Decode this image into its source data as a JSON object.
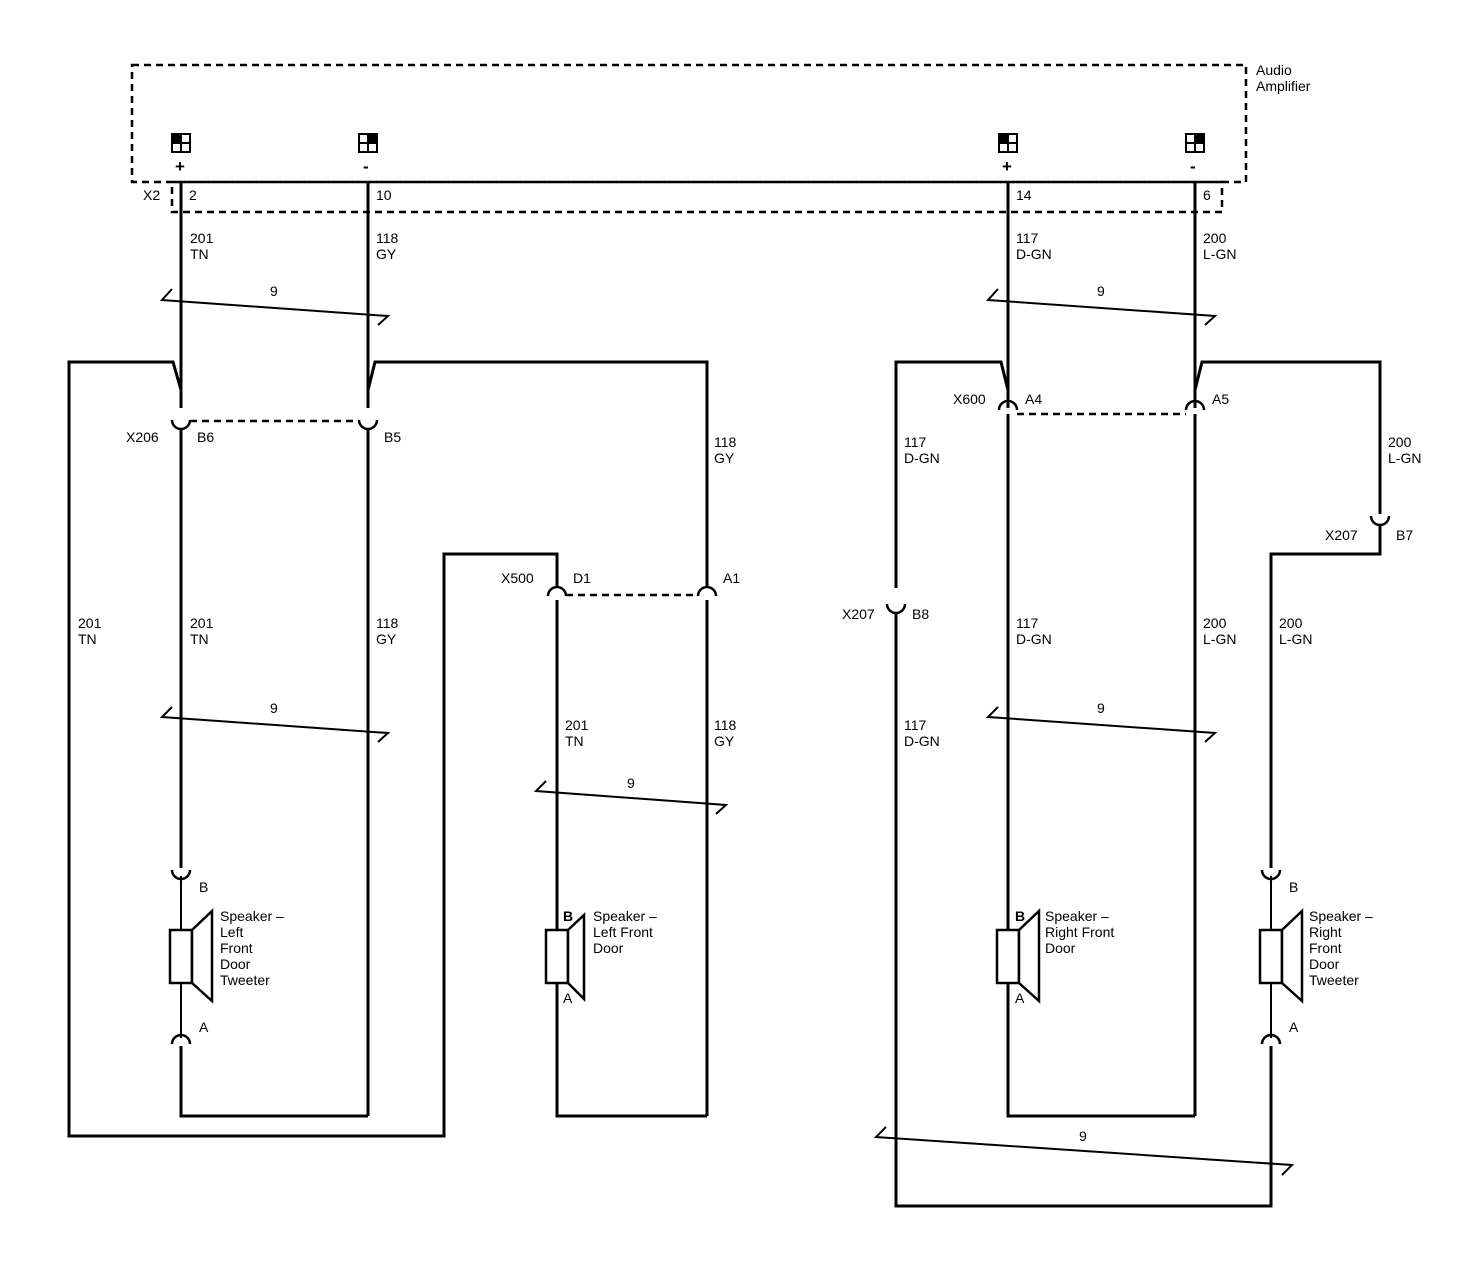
{
  "amplifier": {
    "name_line1": "Audio",
    "name_line2": "Amplifier",
    "connector": "X2",
    "pins": [
      {
        "num": "2",
        "sign": "+"
      },
      {
        "num": "10",
        "sign": "-"
      },
      {
        "num": "14",
        "sign": "+"
      },
      {
        "num": "6",
        "sign": "-"
      }
    ]
  },
  "wires": {
    "tn": {
      "circuit": "201",
      "color": "TN"
    },
    "gy": {
      "circuit": "118",
      "color": "GY"
    },
    "dgn": {
      "circuit": "117",
      "color": "D-GN"
    },
    "lgn": {
      "circuit": "200",
      "color": "L-GN"
    }
  },
  "twist_label": "9",
  "connectors": {
    "x206": {
      "name": "X206",
      "pin_a": "B6",
      "pin_b": "B5"
    },
    "x500": {
      "name": "X500",
      "pin_a": "D1",
      "pin_b": "A1"
    },
    "x600": {
      "name": "X600",
      "pin_a": "A4",
      "pin_b": "A5"
    },
    "x207_left": {
      "name": "X207",
      "pin": "B8"
    },
    "x207_right": {
      "name": "X207",
      "pin": "B7"
    }
  },
  "speakers": {
    "lf_tweeter": {
      "lines": [
        "Speaker –",
        "Left",
        "Front",
        "Door",
        "Tweeter"
      ],
      "pin_top": "B",
      "pin_bottom": "A"
    },
    "lf_door": {
      "lines": [
        "Speaker –",
        "Left Front",
        "Door"
      ],
      "pin_top": "B",
      "pin_bottom": "A"
    },
    "rf_door": {
      "lines": [
        "Speaker –",
        "Right Front",
        "Door"
      ],
      "pin_top": "B",
      "pin_bottom": "A"
    },
    "rf_tweeter": {
      "lines": [
        "Speaker –",
        "Right",
        "Front",
        "Door",
        "Tweeter"
      ],
      "pin_top": "B",
      "pin_bottom": "A"
    }
  }
}
